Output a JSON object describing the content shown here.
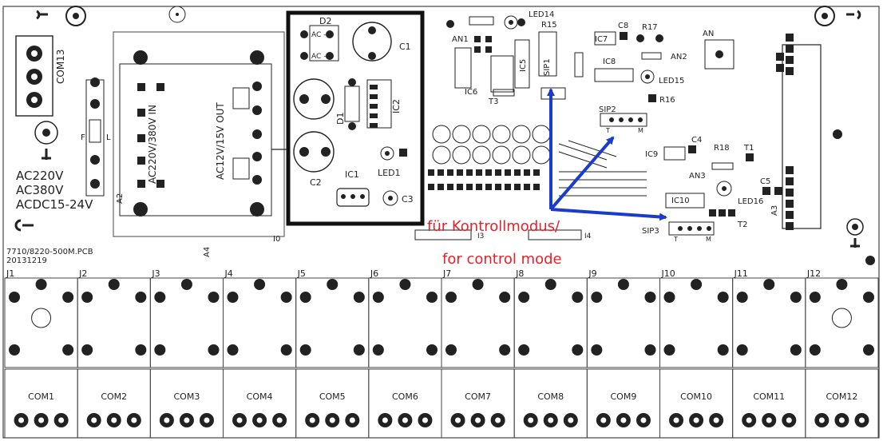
{
  "board": {
    "pcb_name": "7710/8220-500M.PCB",
    "date": "20131219"
  },
  "labels": {
    "d2": "D2",
    "ac_minus": "AC -",
    "ac_plus": "AC +",
    "c1": "C1",
    "c2": "C2",
    "c3": "C3",
    "d1": "D1",
    "ic1": "IC1",
    "ic2": "IC2",
    "led1": "LED1",
    "com13": "COM13",
    "f": "F",
    "l": "L",
    "ac220v": "AC220V",
    "ac380v": "AC380V",
    "acdc": "ACDC15-24V",
    "a2": "A2",
    "a4": "A4",
    "i0": "I0",
    "tr_in": "AC220V/380V IN",
    "tr_out": "AC12V/15V OUT",
    "an1": "AN1",
    "led14": "LED14",
    "r15": "R15",
    "sip1": "SIP1",
    "ic5": "IC5",
    "ic6": "IC6",
    "t3": "T3",
    "ic7": "IC7",
    "c8": "C8",
    "r17": "R17",
    "an2": "AN2",
    "ic8": "IC8",
    "an": "AN",
    "led15": "LED15",
    "r16": "R16",
    "sip2": "SIP2",
    "ic9": "IC9",
    "c4": "C4",
    "r18": "R18",
    "t1": "T1",
    "an3": "AN3",
    "c5": "C5",
    "ic10": "IC10",
    "led16": "LED16",
    "t2": "T2",
    "sip3": "SIP3",
    "a3": "A3",
    "i3": "I3",
    "i4": "I4",
    "t": "T",
    "m": "M"
  },
  "connectors": [
    {
      "j": "J1",
      "com": "COM1"
    },
    {
      "j": "J2",
      "com": "COM2"
    },
    {
      "j": "J3",
      "com": "COM3"
    },
    {
      "j": "J4",
      "com": "COM4"
    },
    {
      "j": "J5",
      "com": "COM5"
    },
    {
      "j": "J6",
      "com": "COM6"
    },
    {
      "j": "J7",
      "com": "COM7"
    },
    {
      "j": "J8",
      "com": "COM8"
    },
    {
      "j": "J9",
      "com": "COM9"
    },
    {
      "j": "J10",
      "com": "COM10"
    },
    {
      "j": "J11",
      "com": "COM11"
    },
    {
      "j": "J12",
      "com": "COM12"
    }
  ],
  "annotation": {
    "line1": "für Kontrollmodus/",
    "line2": "for control mode",
    "text_color": "#e8202a",
    "arrow_color": "#1a3ccc"
  }
}
